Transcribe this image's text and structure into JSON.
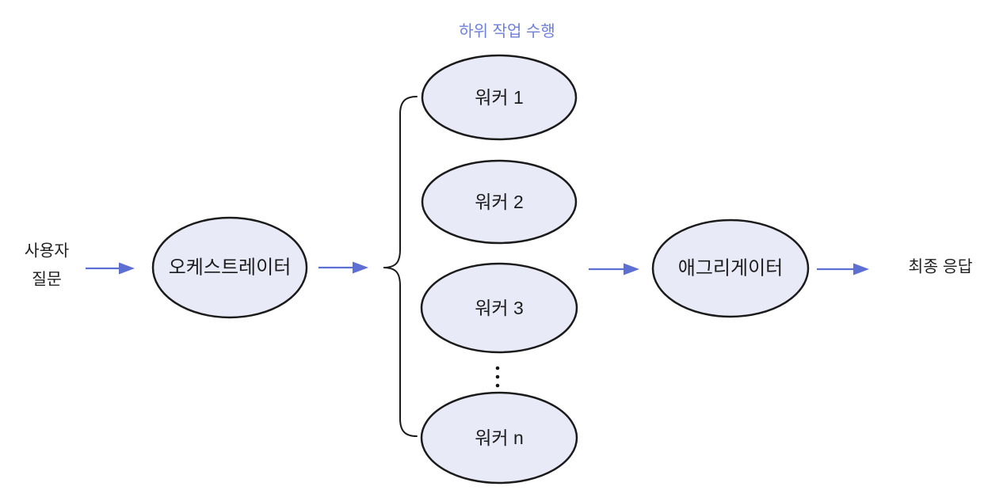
{
  "diagram": {
    "caption": "하위 작업 수행",
    "input": {
      "line1": "사용자",
      "line2": "질문"
    },
    "nodes": {
      "orchestrator": "오케스트레이터",
      "aggregator": "애그리게이터"
    },
    "workers": [
      "워커 1",
      "워커 2",
      "워커 3",
      "워커 n"
    ],
    "output": "최종 응답",
    "colors": {
      "node_fill": "#e9eaf7",
      "node_stroke": "#1b1b1b",
      "arrow": "#5e6fd4",
      "caption_text": "#6d80db",
      "text": "#1c1c1c"
    }
  }
}
